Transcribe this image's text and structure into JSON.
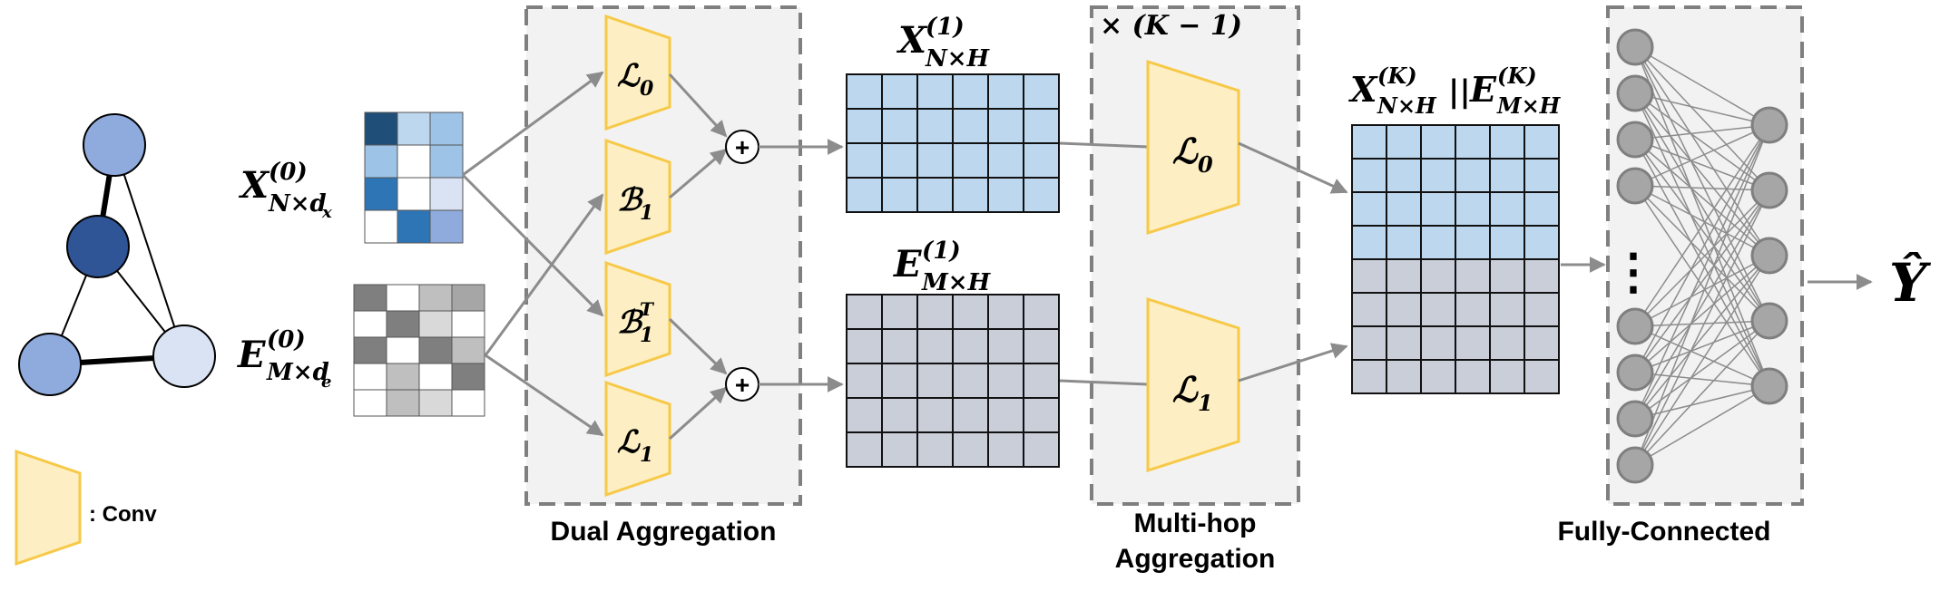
{
  "labels": {
    "x0": {
      "main": "X",
      "sup": "(0)",
      "sub": "N×d",
      "subsub": "x"
    },
    "e0": {
      "main": "E",
      "sup": "(0)",
      "sub": "M×d",
      "subsub": "e"
    },
    "x1": {
      "main": "X",
      "sup": "(1)",
      "sub": "N×H"
    },
    "e1": {
      "main": "E",
      "sup": "(1)",
      "sub": "M×H"
    },
    "xk": {
      "main": "X",
      "sup": "(K)",
      "sub": "N×H"
    },
    "concat": "||",
    "ek": {
      "main": "E",
      "sup": "(K)",
      "sub": "M×H"
    },
    "repeat": "× (K − 1)",
    "y_hat": "Ŷ",
    "conv_legend": ": Conv"
  },
  "conv_ops": {
    "l0": {
      "main": "ℒ",
      "sub": "0"
    },
    "b1": {
      "main": "ℬ",
      "sub": "1"
    },
    "b1t": {
      "main": "ℬ",
      "sub": "1",
      "sup": "T"
    },
    "l1": {
      "main": "ℒ",
      "sub": "1"
    },
    "l0_hop": {
      "main": "ℒ",
      "sub": "0"
    },
    "l1_hop": {
      "main": "ℒ",
      "sub": "1"
    }
  },
  "plus": "+",
  "blocks": {
    "dual": "Dual Aggregation",
    "multihop_line1": "Multi-hop",
    "multihop_line2": "Aggregation",
    "fc": "Fully-Connected"
  },
  "dots": "⋮",
  "colors": {
    "conv_fill": "#fdefc3",
    "conv_stroke": "#f7c948",
    "node_blue": "#bdd7ee",
    "edge_gray": "#c9ced9",
    "box_fill": "#f2f2f2",
    "box_dash": "#7f7f7f",
    "arrow": "#8c8c8c",
    "graph_dark": "#2f5597",
    "graph_mid": "#8faadc",
    "graph_light": "#dae3f3"
  }
}
